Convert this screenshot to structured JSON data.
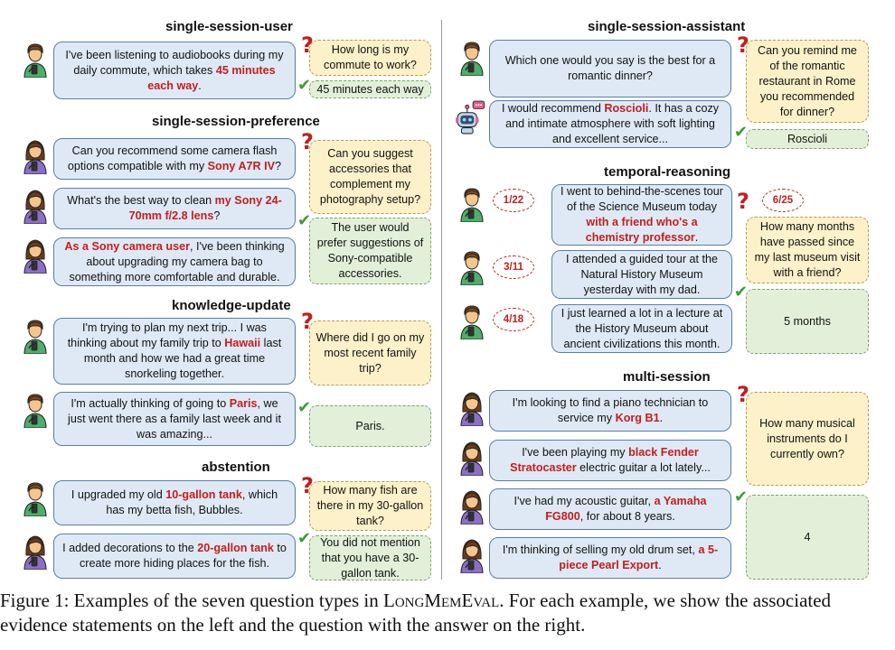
{
  "sections": {
    "ssu": {
      "title": "single-session-user",
      "ev1": {
        "pre": "I've been listening to audiobooks during my daily commute, which takes ",
        "hl": "45 minutes each way",
        "post": "."
      },
      "question": "How long is my commute to work?",
      "answer": "45 minutes each way"
    },
    "ssp": {
      "title": "single-session-preference",
      "ev1": {
        "pre": "Can you recommend some camera flash options compatible with my ",
        "hl": "Sony A7R IV",
        "post": "?"
      },
      "ev2": {
        "pre": "What's the best way to clean ",
        "hl": "my Sony 24-70mm f/2.8 lens",
        "post": "?"
      },
      "ev3": {
        "pre": "",
        "hl": "As a Sony camera user",
        "post": ", I've been thinking about upgrading my camera bag to something more comfortable and durable."
      },
      "question": "Can you suggest accessories that complement my photography setup?",
      "answer": "The user would prefer suggestions of Sony-compatible accessories."
    },
    "ku": {
      "title": "knowledge-update",
      "ev1": {
        "pre": "I'm trying to plan my next trip... I was thinking about my family trip to ",
        "hl": "Hawaii",
        "post": " last month and how we had a great time snorkeling together."
      },
      "ev2": {
        "pre": "I'm actually thinking of going to ",
        "hl": "Paris",
        "post": ", we just went there as a family last week and it was amazing..."
      },
      "question": "Where did I go on my most recent family trip?",
      "answer": "Paris."
    },
    "abs": {
      "title": "abstention",
      "ev1": {
        "pre": "I upgraded my old ",
        "hl": "10-gallon tank",
        "post": ", which has my betta fish, Bubbles."
      },
      "ev2": {
        "pre": "I added decorations to the ",
        "hl": "20-gallon tank",
        "post": " to create more hiding places for the fish."
      },
      "question": "How many fish are there in my 30-gallon tank?",
      "answer": "You did not mention that you have a 30-gallon tank."
    },
    "ssa": {
      "title": "single-session-assistant",
      "ev1": {
        "pre": "Which one would you say is the best for a romantic dinner?",
        "hl": "",
        "post": ""
      },
      "ev2": {
        "pre": "I would recommend ",
        "hl": "Roscioli",
        "post": ". It has a cozy and intimate atmosphere with soft lighting and excellent service..."
      },
      "question": "Can you remind me of the romantic restaurant in Rome you recommended for dinner?",
      "answer": "Roscioli"
    },
    "tr": {
      "title": "temporal-reasoning",
      "ev1": {
        "date": "1/22",
        "pre": "I went to behind-the-scenes tour of the Science Museum today ",
        "hl": "with a friend who's a chemistry professor",
        "post": "."
      },
      "ev2": {
        "date": "3/11",
        "pre": "I attended a guided tour at the Natural History Museum yesterday with my dad.",
        "hl": "",
        "post": ""
      },
      "ev3": {
        "date": "4/18",
        "pre": "I just learned a lot in a lecture at the History Museum about ancient civilizations this month.",
        "hl": "",
        "post": ""
      },
      "qdate": "6/25",
      "question": "How many months have passed since my last museum visit with a friend?",
      "answer": "5 months"
    },
    "ms": {
      "title": "multi-session",
      "ev1": {
        "pre": "I'm looking to find a piano technician to service my ",
        "hl": "Korg B1",
        "post": "."
      },
      "ev2": {
        "pre": "I've been playing my ",
        "hl": "black Fender Stratocaster",
        "post": " electric guitar a lot lately..."
      },
      "ev3": {
        "pre": "I've had my acoustic guitar, ",
        "hl": "a Yamaha FG800",
        "post": ", for about 8 years."
      },
      "ev4": {
        "pre": "I'm thinking of selling my old drum set, ",
        "hl": "a 5-piece Pearl Export",
        "post": "."
      },
      "question": "How many musical instruments do I currently own?",
      "answer": "4"
    }
  },
  "caption": {
    "prefix": "Figure 1: Examples of the seven question types in ",
    "name": "LongMemEval",
    "suffix": ". For each example, we show the associated evidence statements on the left and the question with the answer on the right."
  },
  "marks": {
    "question": "?",
    "check": "✔"
  },
  "colors": {
    "highlight": "#c0201f",
    "bubble": "#dfe9f5",
    "question": "#fdf1c9",
    "answer": "#e2f0d9"
  }
}
